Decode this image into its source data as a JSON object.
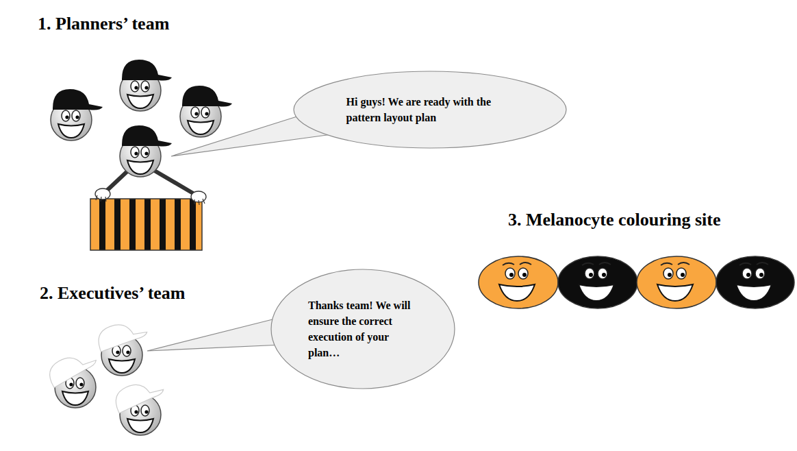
{
  "diagram": {
    "nodes": [
      {
        "text": [
          "Hi guys! We are ready with the pattern layout plan"
        ]
      },
      {
        "text": [
          "Thanks team! We will ensure the correct execution of your plan…"
        ]
      }
    ],
    "labels": [
      "1. Planners’ team",
      "2. Executives’ team",
      "3. Melanocyte colouring site"
    ]
  }
}
